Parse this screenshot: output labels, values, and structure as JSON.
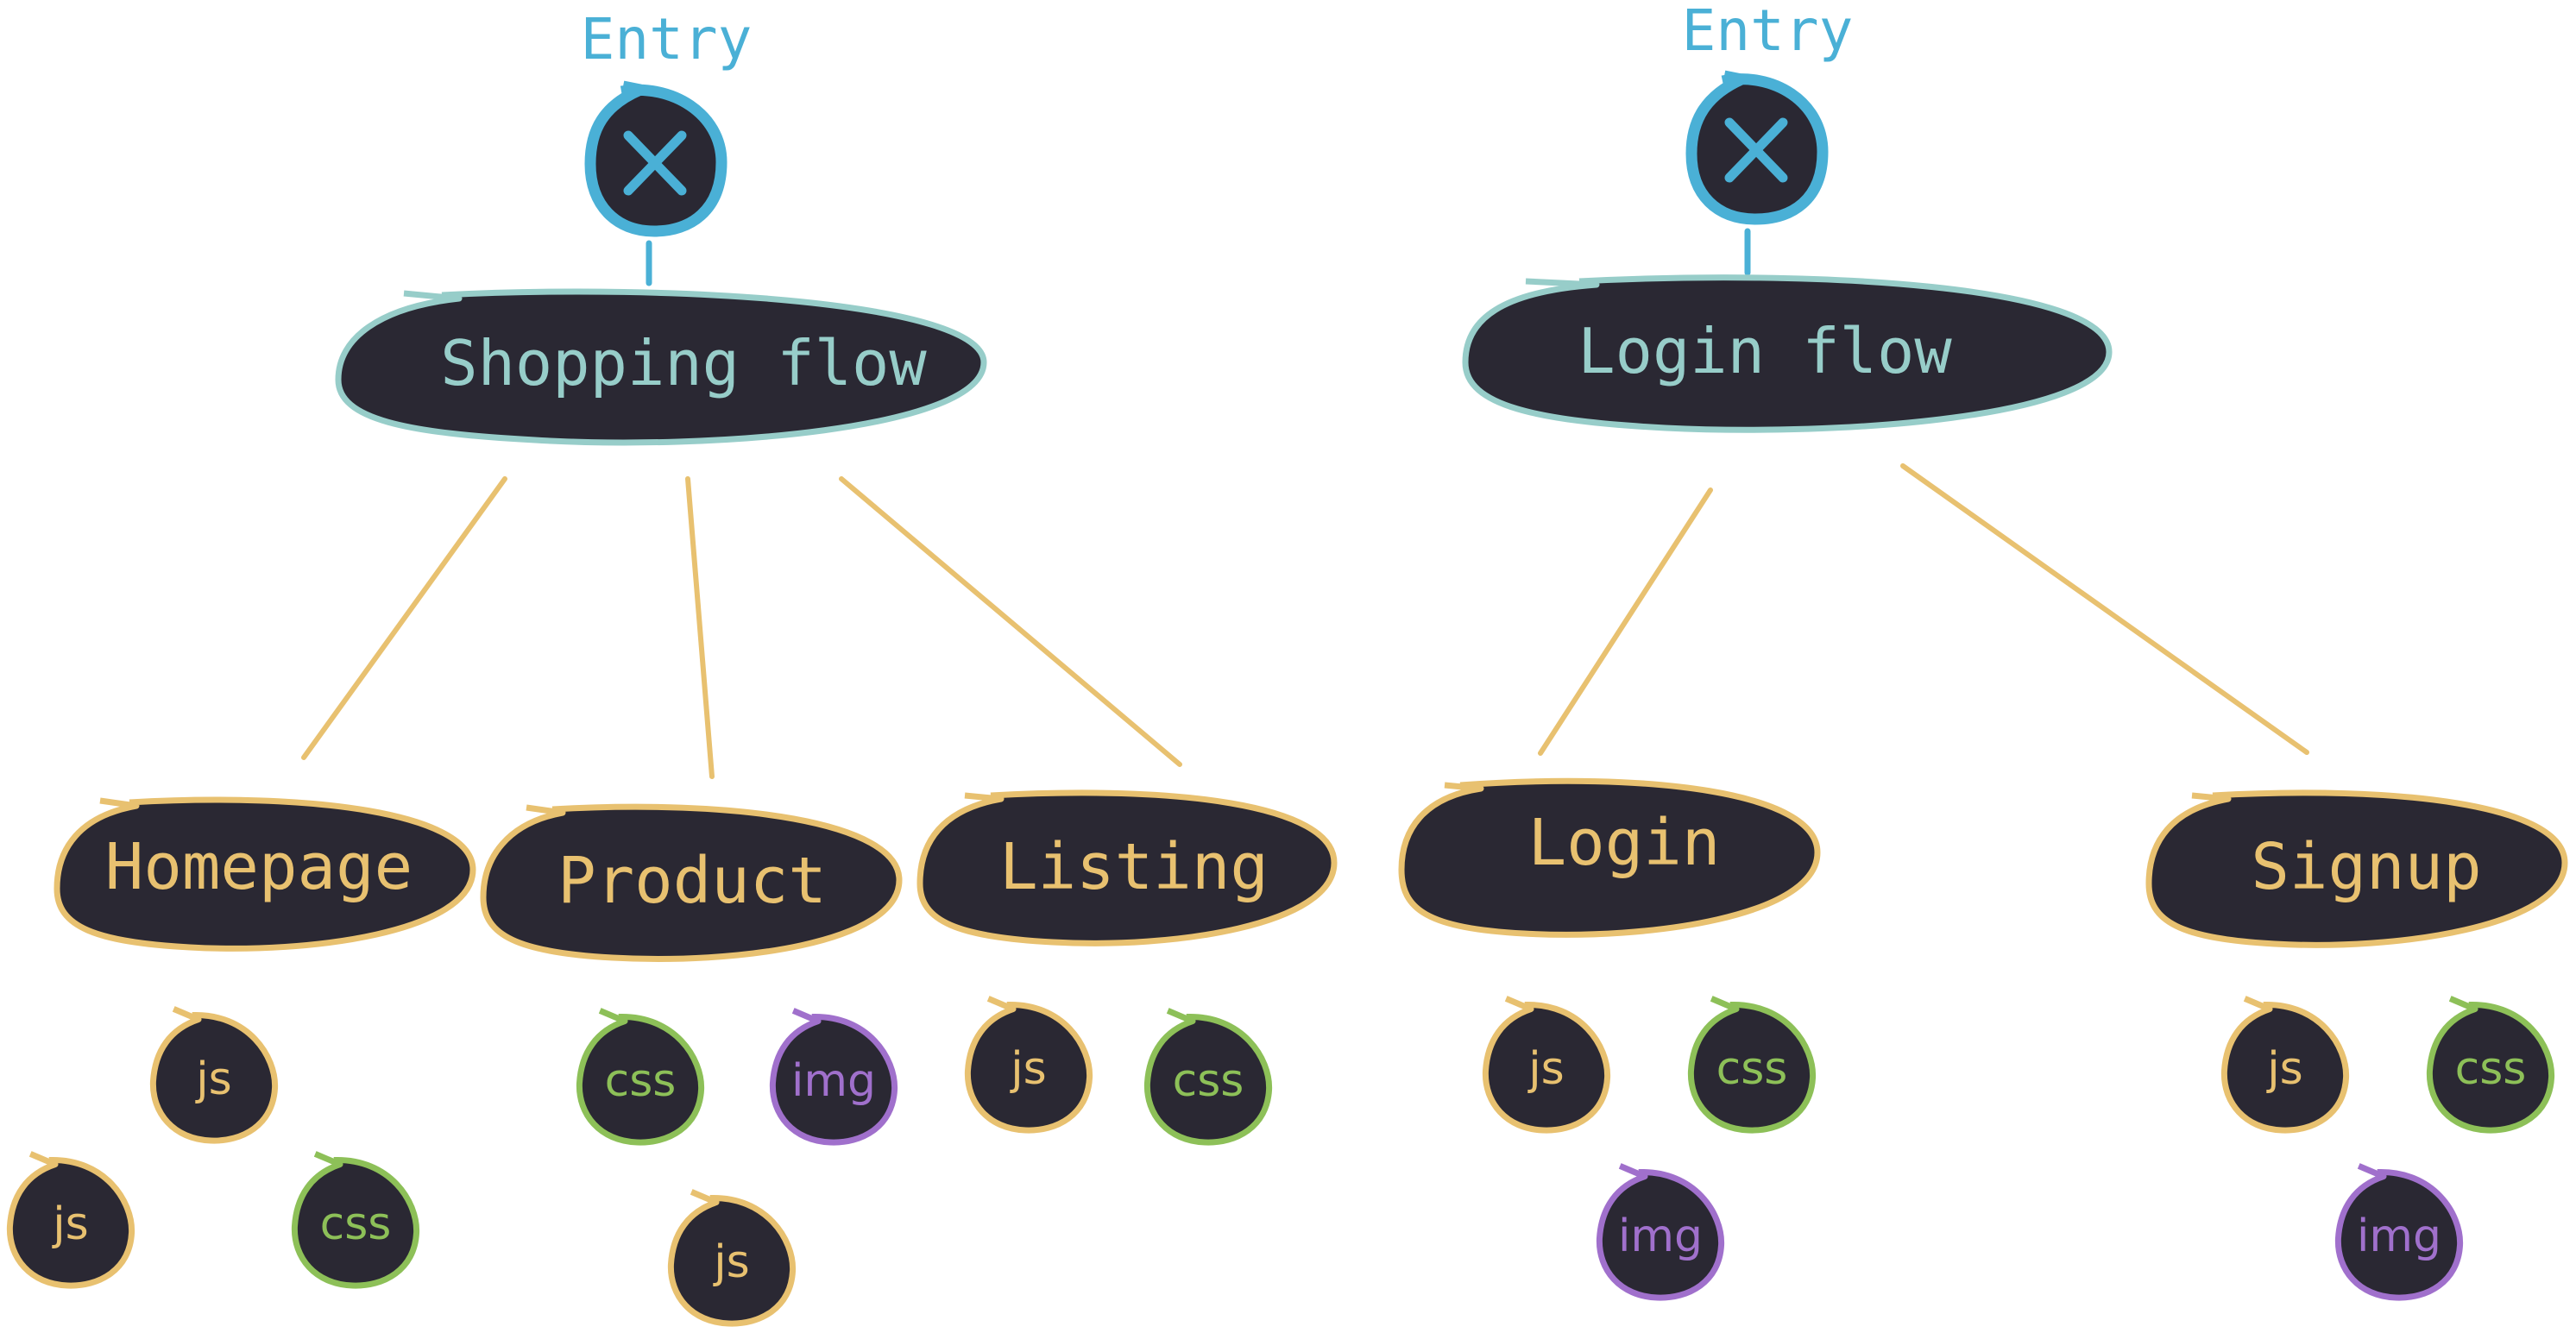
{
  "colors": {
    "background": "#ffffff",
    "node_fill": "#2a2833",
    "entry": "#4ab0d6",
    "flow": "#97cdc9",
    "page": "#e8c170",
    "js": "#e8c170",
    "css": "#8dc058",
    "img": "#a070cc"
  },
  "icons": {
    "entry": "close-x-icon"
  },
  "flows": [
    {
      "id": "shopping",
      "entry_label": "Entry",
      "label": "Shopping flow",
      "pages": [
        {
          "id": "homepage",
          "label": "Homepage",
          "assets": [
            {
              "type": "js",
              "label": "js"
            },
            {
              "type": "js",
              "label": "js"
            },
            {
              "type": "css",
              "label": "css"
            }
          ]
        },
        {
          "id": "product",
          "label": "Product",
          "assets": [
            {
              "type": "css",
              "label": "css"
            },
            {
              "type": "img",
              "label": "img"
            },
            {
              "type": "js",
              "label": "js"
            }
          ]
        },
        {
          "id": "listing",
          "label": "Listing",
          "assets": [
            {
              "type": "js",
              "label": "js"
            },
            {
              "type": "css",
              "label": "css"
            }
          ]
        }
      ]
    },
    {
      "id": "login",
      "entry_label": "Entry",
      "label": "Login flow",
      "pages": [
        {
          "id": "login",
          "label": "Login",
          "assets": [
            {
              "type": "js",
              "label": "js"
            },
            {
              "type": "css",
              "label": "css"
            },
            {
              "type": "img",
              "label": "img"
            }
          ]
        },
        {
          "id": "signup",
          "label": "Signup",
          "assets": [
            {
              "type": "js",
              "label": "js"
            },
            {
              "type": "css",
              "label": "css"
            },
            {
              "type": "img",
              "label": "img"
            }
          ]
        }
      ]
    }
  ]
}
